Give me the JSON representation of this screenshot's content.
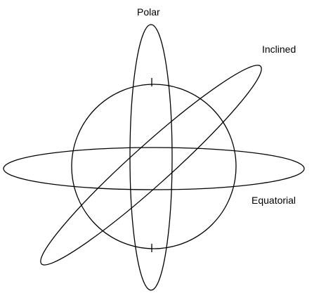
{
  "labels": {
    "polar": "Polar",
    "inclined": "Inclined",
    "equatorial": "Equatorial"
  },
  "colors": {
    "line": "#000000",
    "background": "#ffffff"
  }
}
